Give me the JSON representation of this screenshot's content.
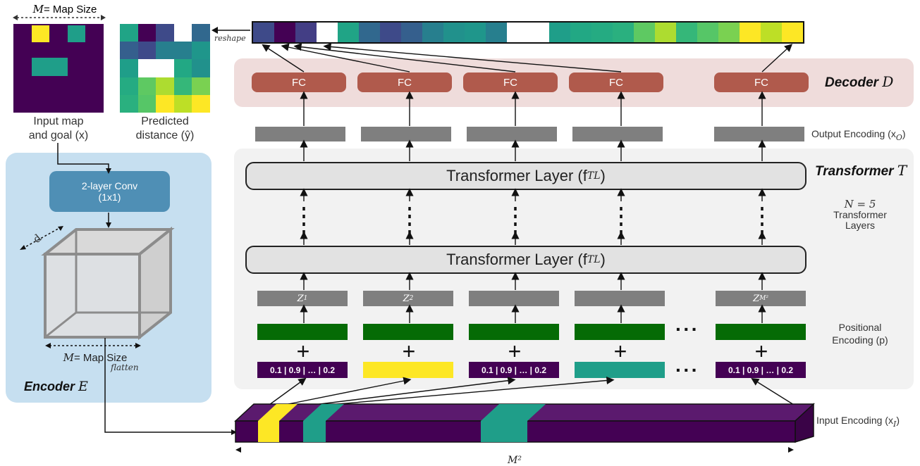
{
  "colors": {
    "purple": "#440154",
    "yellow": "#fde725",
    "teal": "#1f9e89",
    "green": "#056b05",
    "fc": "#b05a4c",
    "gray": "#7f7f7f",
    "encoder_bg": "#c6dff0",
    "decoder_bg": "#efdcdb",
    "transformer_bg": "#f2f2f2"
  },
  "map_size_label": "= Map Size",
  "map_size_var": "M",
  "input_map_caption": [
    "Input map",
    "and goal (x)"
  ],
  "predicted_caption": [
    "Predicted",
    "distance (ŷ)"
  ],
  "reshape_label": "reshape",
  "encoder": {
    "title": "Encoder",
    "title_var": "E",
    "conv_label_1": "2-layer Conv",
    "conv_label_2": "(1x1)",
    "depth_label": "d",
    "bottom_label": "= Map Size",
    "flatten_label": "flatten"
  },
  "decoder": {
    "title": "Decoder",
    "title_var": "D",
    "fc_labels": [
      "FC",
      "FC",
      "FC",
      "FC",
      "FC"
    ]
  },
  "output_encoding_label": "Output Encoding (x",
  "output_encoding_sub": "O",
  "transformer": {
    "title": "Transformer",
    "title_var": "T",
    "layer_label": "Transformer Layer (f",
    "layer_sub": "TL",
    "n_label": "N = 5",
    "layers_caption_1": "Transformer",
    "layers_caption_2": "Layers"
  },
  "z_labels": [
    "Z",
    "Z",
    "",
    "",
    "Z"
  ],
  "z_subs": [
    "1",
    "2",
    "",
    "",
    "M²"
  ],
  "positional_label_1": "Positional",
  "positional_label_2": "Encoding (p)",
  "token_text": "0.1 | 0.9 | … | 0.2",
  "input_encoding_label": "Input Encoding (x",
  "input_encoding_sub": "I",
  "m2_label": "M²",
  "ellipsis": "···",
  "plus": "+",
  "output_strip_colors": [
    "#3e4a89",
    "#440154",
    "#433e85",
    "#ffffff",
    "#20a486",
    "#31688e",
    "#3e4a89",
    "#355f8d",
    "#277f8e",
    "#21918c",
    "#1f968b",
    "#277f8e",
    "#ffffff",
    "#ffffff",
    "#1f9e89",
    "#22a884",
    "#25ab82",
    "#2ab07f",
    "#5ec962",
    "#addc30",
    "#35b779",
    "#56c667",
    "#7ad151",
    "#fde725",
    "#bddf26",
    "#fde725"
  ],
  "predicted_grid": [
    [
      "#20a486",
      "#440154",
      "#3e4a89",
      "#ffffff",
      "#31688e"
    ],
    [
      "#355f8d",
      "#3e4a89",
      "#277f8e",
      "#277f8e",
      "#1f968b"
    ],
    [
      "#1f9e89",
      "#ffffff",
      "#ffffff",
      "#22a884",
      "#21918c"
    ],
    [
      "#25ab82",
      "#5ec962",
      "#addc30",
      "#35b779",
      "#7ad151"
    ],
    [
      "#2ab07f",
      "#56c667",
      "#fde725",
      "#bddf26",
      "#fde725"
    ]
  ]
}
